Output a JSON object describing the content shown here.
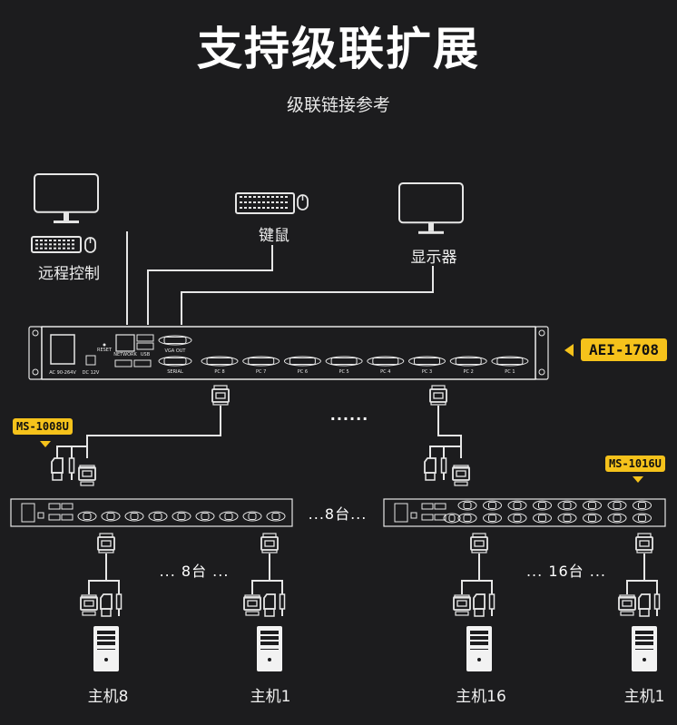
{
  "header": {
    "title": "支持级联扩展",
    "subtitle": "级联链接参考"
  },
  "peripherals": {
    "remote": {
      "label": "远程控制",
      "icons": [
        "monitor-icon",
        "keyboard-icon",
        "mouse-icon"
      ]
    },
    "keyboard_mouse": {
      "label": "键鼠",
      "icons": [
        "keyboard-icon",
        "mouse-icon"
      ]
    },
    "display": {
      "label": "显示器",
      "icons": [
        "monitor-icon"
      ]
    }
  },
  "main_device": {
    "model": "AEI-1708",
    "ports": [
      "AC 90-264V",
      "DC 12V",
      "RESET",
      "NETWORK",
      "USB",
      "VGA OUT",
      "SERIAL",
      "PC 8",
      "PC 7",
      "PC 6",
      "PC 5",
      "PC 4",
      "PC 3",
      "PC 2",
      "PC 1"
    ]
  },
  "cascade": {
    "between_ellipsis": "......",
    "left": {
      "model": "MS-1008U",
      "host_count": "... 8台 ...",
      "hosts": [
        "主机8",
        "主机1"
      ]
    },
    "middle_count": "...8台...",
    "right": {
      "model": "MS-1016U",
      "host_count": "... 16台 ...",
      "hosts": [
        "主机16",
        "主机1"
      ]
    }
  },
  "colors": {
    "background": "#1c1c1e",
    "accent": "#f5c21b",
    "line": "#e6e6e6"
  }
}
